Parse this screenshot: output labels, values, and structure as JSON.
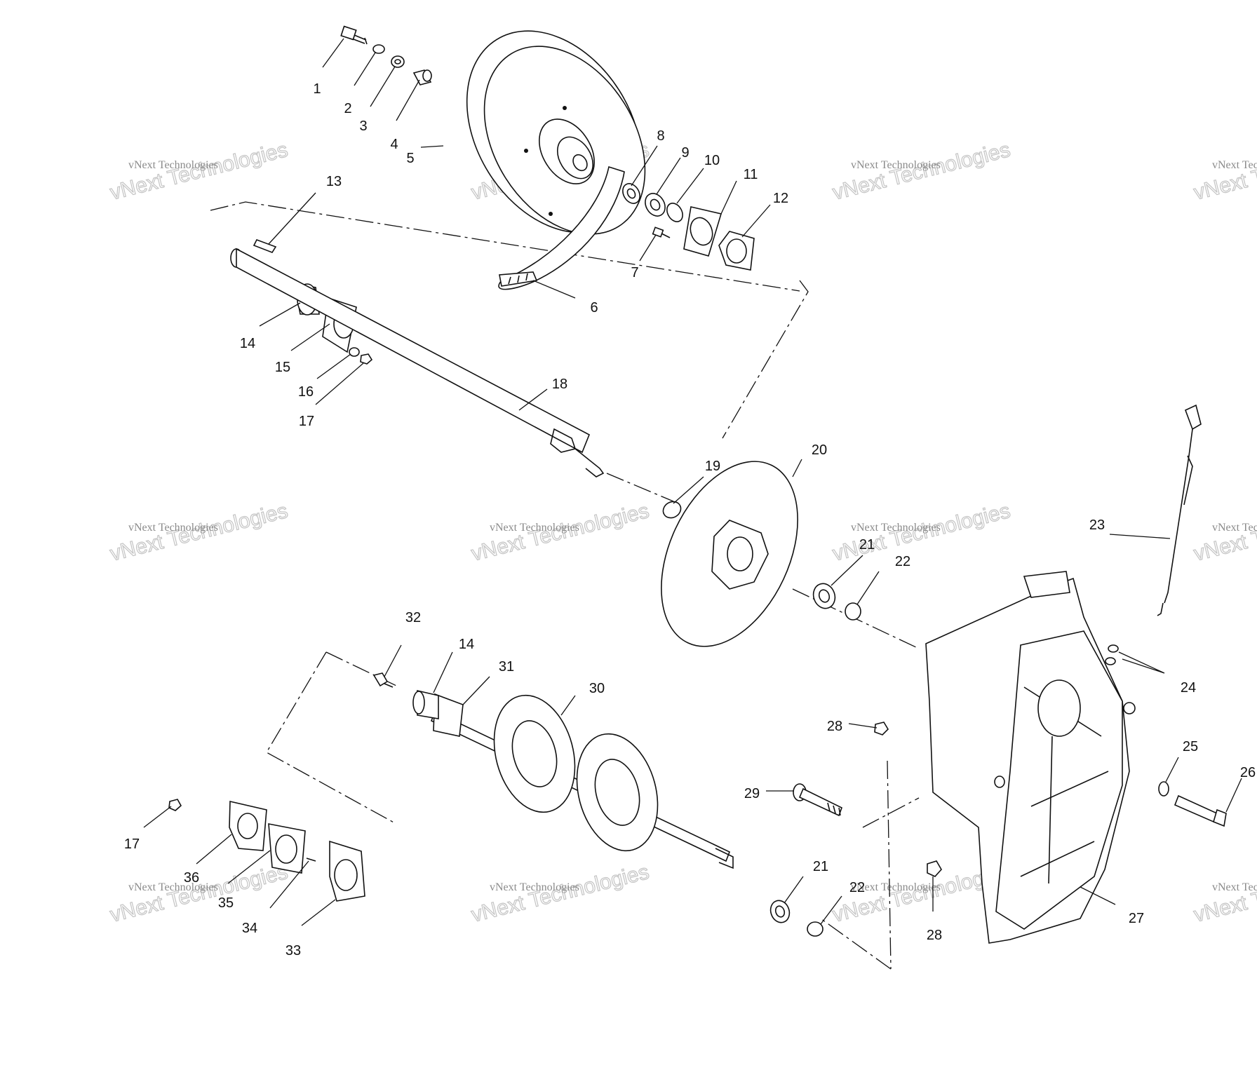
{
  "diagram": {
    "callouts": [
      {
        "id": "c1",
        "text": "1"
      },
      {
        "id": "c2",
        "text": "2"
      },
      {
        "id": "c3",
        "text": "3"
      },
      {
        "id": "c4",
        "text": "4"
      },
      {
        "id": "c5",
        "text": "5"
      },
      {
        "id": "c6",
        "text": "6"
      },
      {
        "id": "c7",
        "text": "7"
      },
      {
        "id": "c8",
        "text": "8"
      },
      {
        "id": "c9",
        "text": "9"
      },
      {
        "id": "c10",
        "text": "10"
      },
      {
        "id": "c11",
        "text": "11"
      },
      {
        "id": "c12",
        "text": "12"
      },
      {
        "id": "c13",
        "text": "13"
      },
      {
        "id": "c14a",
        "text": "14"
      },
      {
        "id": "c15",
        "text": "15"
      },
      {
        "id": "c16",
        "text": "16"
      },
      {
        "id": "c17a",
        "text": "17"
      },
      {
        "id": "c18",
        "text": "18"
      },
      {
        "id": "c19",
        "text": "19"
      },
      {
        "id": "c20",
        "text": "20"
      },
      {
        "id": "c21a",
        "text": "21"
      },
      {
        "id": "c22a",
        "text": "22"
      },
      {
        "id": "c23",
        "text": "23"
      },
      {
        "id": "c24",
        "text": "24"
      },
      {
        "id": "c25",
        "text": "25"
      },
      {
        "id": "c26",
        "text": "26"
      },
      {
        "id": "c27",
        "text": "27"
      },
      {
        "id": "c28a",
        "text": "28"
      },
      {
        "id": "c28b",
        "text": "28"
      },
      {
        "id": "c29",
        "text": "29"
      },
      {
        "id": "c30",
        "text": "30"
      },
      {
        "id": "c31",
        "text": "31"
      },
      {
        "id": "c32",
        "text": "32"
      },
      {
        "id": "c14b",
        "text": "14"
      },
      {
        "id": "c17b",
        "text": "17"
      },
      {
        "id": "c36",
        "text": "36"
      },
      {
        "id": "c35",
        "text": "35"
      },
      {
        "id": "c34",
        "text": "34"
      },
      {
        "id": "c33",
        "text": "33"
      },
      {
        "id": "c21b",
        "text": "21"
      },
      {
        "id": "c22b",
        "text": "22"
      }
    ]
  },
  "watermark": {
    "small_text": "vNext Technologies",
    "big_text": "vNext Technologies"
  }
}
